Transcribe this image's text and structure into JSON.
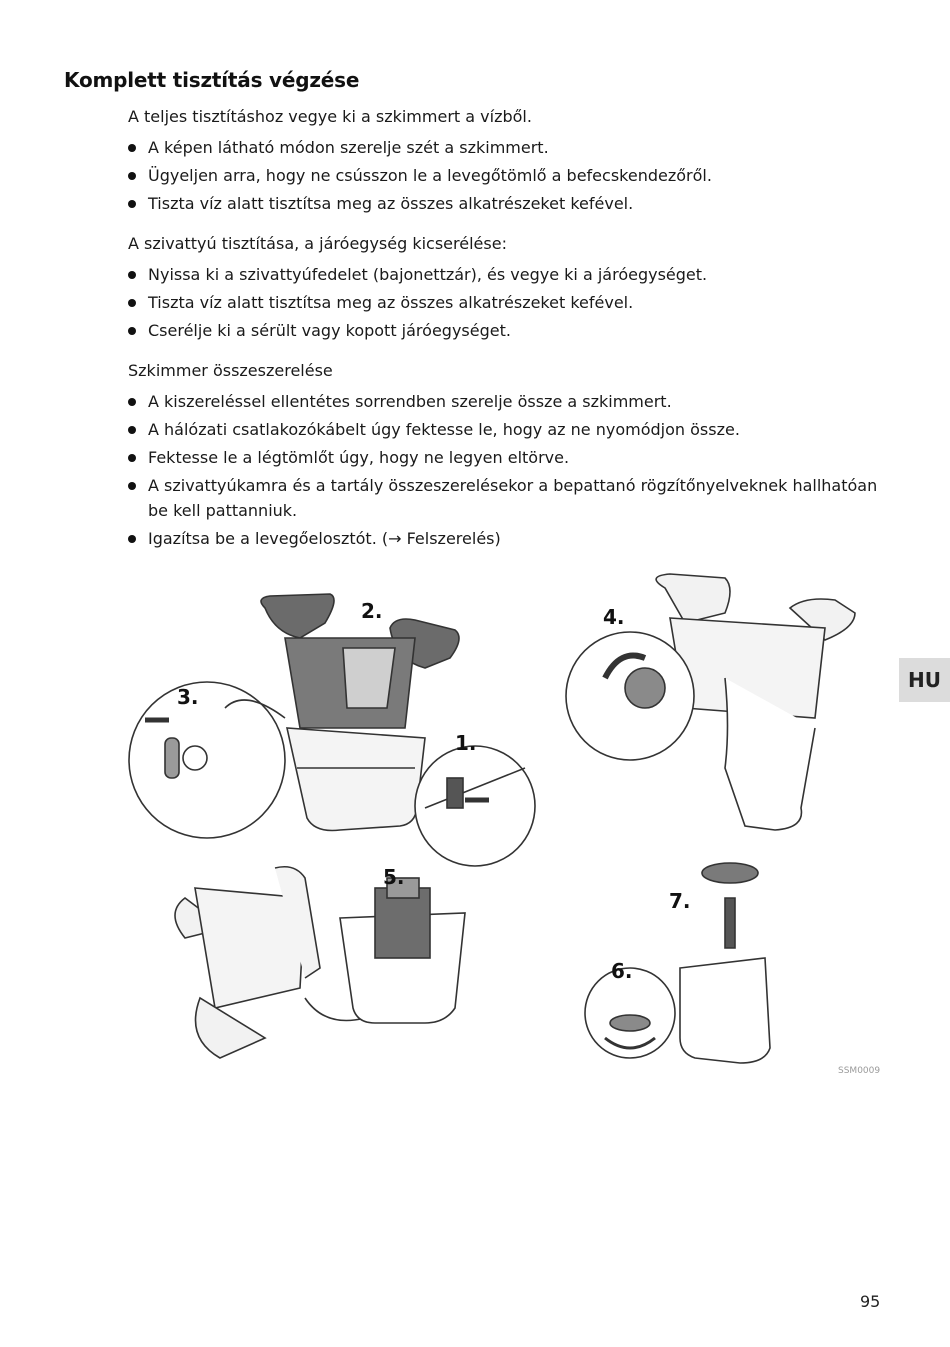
{
  "heading": "Komplett tisztítás végzése",
  "section1": {
    "intro": "A teljes tisztításhoz vegye ki a szkimmert a vízből.",
    "bullets": [
      "A képen látható módon szerelje szét a szkimmert.",
      "Ügyeljen arra, hogy ne csússzon le a levegőtömlő a befecskendezőről.",
      "Tiszta víz alatt tisztítsa meg az összes alkatrészeket kefével."
    ]
  },
  "section2": {
    "intro": "A szivattyú tisztítása, a járóegység kicserélése:",
    "bullets": [
      "Nyissa ki a szivattyúfedelet (bajonettzár), és vegye ki a járóegységet.",
      "Tiszta víz alatt tisztítsa meg az összes alkatrészeket kefével.",
      "Cserélje ki a sérült vagy kopott járóegységet."
    ]
  },
  "section3": {
    "intro": "Szkimmer összeszerelése",
    "bullets": [
      "A kiszereléssel ellentétes sorrendben szerelje össze a szkimmert.",
      "A hálózati csatlakozókábelt úgy fektesse le, hogy az ne nyomódjon össze.",
      "Fektesse le a légtömlőt úgy, hogy ne legyen eltörve.",
      "A szivattyúkamra és a tartály összeszerelésekor a bepattanó rögzítőnyelveknek hallhatóan be kell pattanniuk.",
      "Igazítsa be a levegőelosztót. (→ Felszerelés)"
    ]
  },
  "language_tab": "HU",
  "figure": {
    "steps": [
      "1.",
      "2.",
      "3.",
      "4.",
      "5.",
      "6.",
      "7."
    ],
    "code": "SSM0009"
  },
  "page_number": "95"
}
